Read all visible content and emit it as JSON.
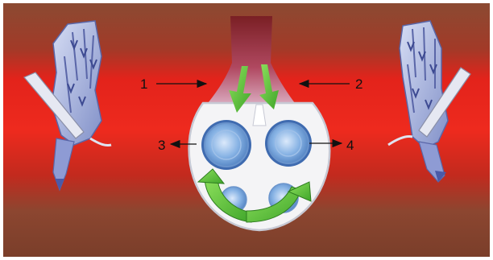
{
  "labels": {
    "l1": "1",
    "l2": "2",
    "l3": "3",
    "l4": "4"
  },
  "colors": {
    "background_band": "#e3231b",
    "background_edge": "#7a3a26",
    "chamber_fill": "#f4f4f6",
    "rotor_blue": "#7eaee0",
    "flow_arrow_green": "#5dc23a",
    "inlet_tube": "#8a2424",
    "manifold_blue": "#aab6e0"
  },
  "icons": {
    "left_manifold": "intake-manifold-icon",
    "right_manifold": "intake-manifold-icon",
    "center_pump": "pump-chamber-icon"
  }
}
